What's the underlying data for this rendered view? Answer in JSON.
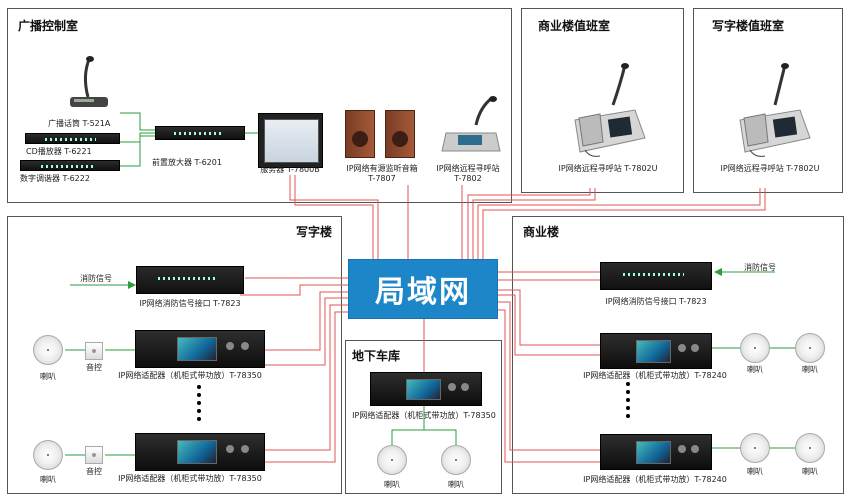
{
  "lan_label": "局域网",
  "rooms": {
    "control": "广播控制室",
    "commerce_duty": "商业楼值班室",
    "office_duty": "写字楼值班室",
    "office": "写字楼",
    "commerce": "商业楼",
    "garage": "地下车库"
  },
  "devices": {
    "mic": "广播话筒 T-521A",
    "cd": "CD播放器 T-6221",
    "tuner": "数字调谐器 T-6222",
    "preamp": "前置放大器 T-6201",
    "server": "服务器 T-7800B",
    "monitor_speaker_1": "IP网络有源监听音箱",
    "monitor_speaker_2": "T-7807",
    "remote_station_1": "IP网络远程寻呼站",
    "remote_station_2": "T-7802",
    "duty_station": "IP网络远程寻呼站 T-7802U",
    "fire_interface": "IP网络消防信号接口 T-7823",
    "fire_signal": "消防信号",
    "adapter_78350": "IP网络适配器（机柜式带功放）T-78350",
    "adapter_78240": "IP网络适配器（机柜式带功放）T-78240",
    "speaker": "喇叭",
    "volume": "音控"
  },
  "colors": {
    "lan_blue": "#1d86c9",
    "wire_red": "#e05555",
    "wire_green": "#2a9d3c"
  }
}
